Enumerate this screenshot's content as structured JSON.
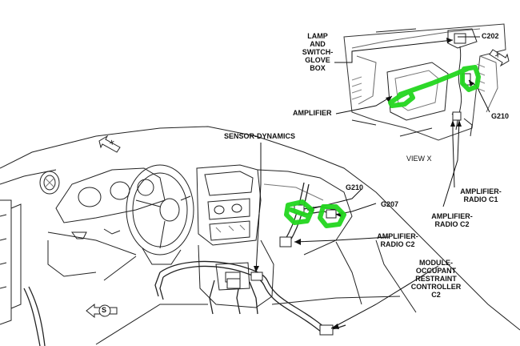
{
  "labels": {
    "lamp_switch": "LAMP\nAND\nSWITCH-\nGLOVE\nBOX",
    "c202": "C202",
    "amplifier": "AMPLIFIER",
    "g210_top": "G210",
    "view_x": "VIEW X",
    "sensor_dynamics": "SENSOR-DYNAMICS",
    "g210_mid": "G210",
    "g207": "G207",
    "amp_radio_c1": "AMPLIFIER-\nRADIO C1",
    "amp_radio_c2_right": "AMPLIFIER-\nRADIO C2",
    "amp_radio_c2_mid": "AMPLIFIER-\nRADIO C2",
    "occupant_module": "MODULE-\nOCCUPANT\nRESTRAINT\nCONTROLLER\nC2",
    "direction_s": "S",
    "direction_x": "X"
  },
  "colors": {
    "line": "#222222",
    "highlight": "#22d61e",
    "background": "#ffffff"
  }
}
